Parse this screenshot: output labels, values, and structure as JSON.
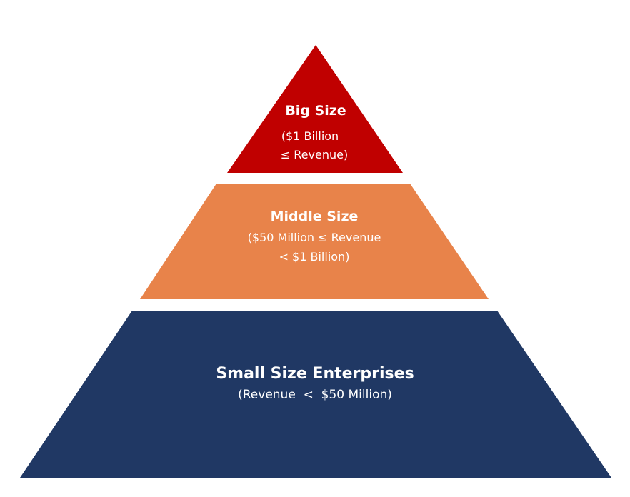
{
  "pyramid": {
    "tiers": [
      {
        "title": "Big Size",
        "lines": [
          "($1 Billion",
          "≤ Revenue)"
        ],
        "color": "#c00000"
      },
      {
        "title": "Middle Size",
        "lines": [
          "($50 Million ≤ Revenue",
          "< $1 Billion)"
        ],
        "color": "#e8834a"
      },
      {
        "title": "Small Size Enterprises",
        "lines": [
          "(Revenue  <  $50 Million)"
        ],
        "color": "#203864"
      }
    ]
  }
}
